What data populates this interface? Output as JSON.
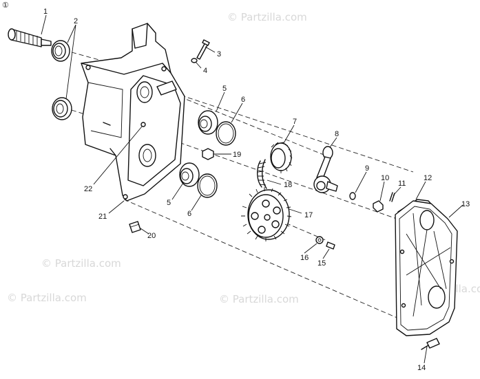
{
  "corner_mark": "①",
  "watermark": "© Partzilla.com",
  "callouts": [
    "1",
    "2",
    "3",
    "4",
    "5",
    "6",
    "7",
    "8",
    "9",
    "10",
    "11",
    "12",
    "13",
    "14",
    "15",
    "16",
    "17",
    "18",
    "19",
    "20",
    "21",
    "22",
    "5",
    "6"
  ]
}
